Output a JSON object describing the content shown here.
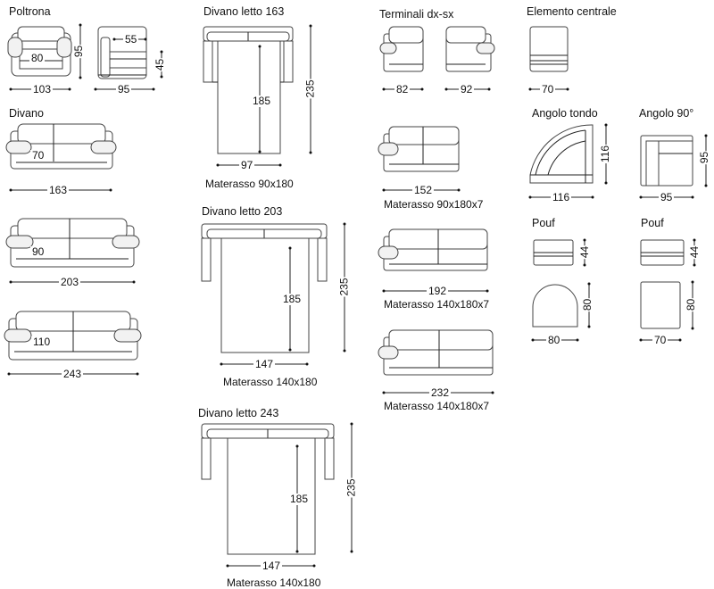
{
  "sections": {
    "poltrona": {
      "title": "Poltrona",
      "seat_dim": "80",
      "width_dim": "103",
      "depth_dim": "95",
      "height_dim": "95",
      "seat_depth_dim": "55",
      "seat_height_dim": "45"
    },
    "divano": {
      "title": "Divano",
      "small": {
        "seat_dim": "70",
        "width_dim": "163"
      },
      "medium": {
        "seat_dim": "90",
        "width_dim": "203"
      },
      "large": {
        "seat_dim": "110",
        "width_dim": "243"
      }
    },
    "divano_letto_163": {
      "title": "Divano letto 163",
      "bed_length": "185",
      "total_length": "235",
      "bed_width": "97",
      "mattress": "Materasso 90x180"
    },
    "divano_letto_203": {
      "title": "Divano letto 203",
      "bed_length": "185",
      "total_length": "235",
      "bed_width": "147",
      "mattress": "Materasso 140x180"
    },
    "divano_letto_243": {
      "title": "Divano letto 243",
      "bed_length": "185",
      "total_length": "235",
      "bed_width": "147",
      "mattress": "Materasso 140x180"
    },
    "terminali": {
      "title": "Terminali dx-sx",
      "left_dim": "82",
      "right_dim": "92",
      "t152": {
        "width_dim": "152",
        "mattress": "Materasso 90x180x7"
      },
      "t192": {
        "width_dim": "192",
        "mattress": "Materasso 140x180x7"
      },
      "t232": {
        "width_dim": "232",
        "mattress": "Materasso 140x180x7"
      }
    },
    "elemento_centrale": {
      "title": "Elemento centrale",
      "width_dim": "70"
    },
    "angolo_tondo": {
      "title": "Angolo tondo",
      "width_dim": "116",
      "depth_dim": "116"
    },
    "angolo_90": {
      "title": "Angolo 90°",
      "width_dim": "95",
      "depth_dim": "95"
    },
    "pouf_round": {
      "title": "Pouf",
      "height_dim": "44",
      "depth_dim": "80",
      "width_dim": "80"
    },
    "pouf_square": {
      "title": "Pouf",
      "height_dim": "44",
      "depth_dim": "80",
      "width_dim": "70"
    }
  }
}
